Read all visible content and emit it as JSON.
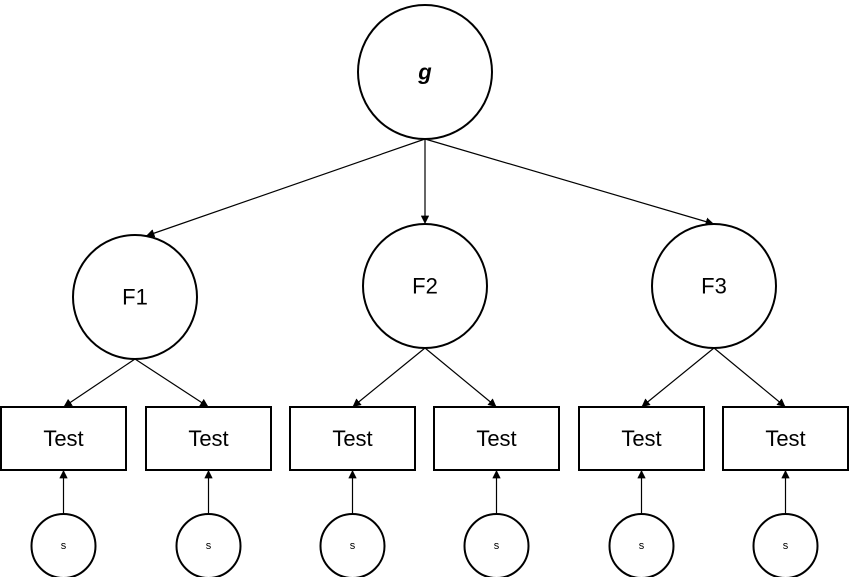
{
  "diagram": {
    "general_factor": {
      "label": "g"
    },
    "factors": [
      {
        "label": "F1"
      },
      {
        "label": "F2"
      },
      {
        "label": "F3"
      }
    ],
    "tests": [
      {
        "label": "Test",
        "factor": 0
      },
      {
        "label": "Test",
        "factor": 0
      },
      {
        "label": "Test",
        "factor": 1
      },
      {
        "label": "Test",
        "factor": 1
      },
      {
        "label": "Test",
        "factor": 2
      },
      {
        "label": "Test",
        "factor": 2
      }
    ],
    "specifics": [
      {
        "label": "s",
        "test": 0
      },
      {
        "label": "s",
        "test": 1
      },
      {
        "label": "s",
        "test": 2
      },
      {
        "label": "s",
        "test": 3
      },
      {
        "label": "s",
        "test": 4
      },
      {
        "label": "s",
        "test": 5
      }
    ]
  }
}
